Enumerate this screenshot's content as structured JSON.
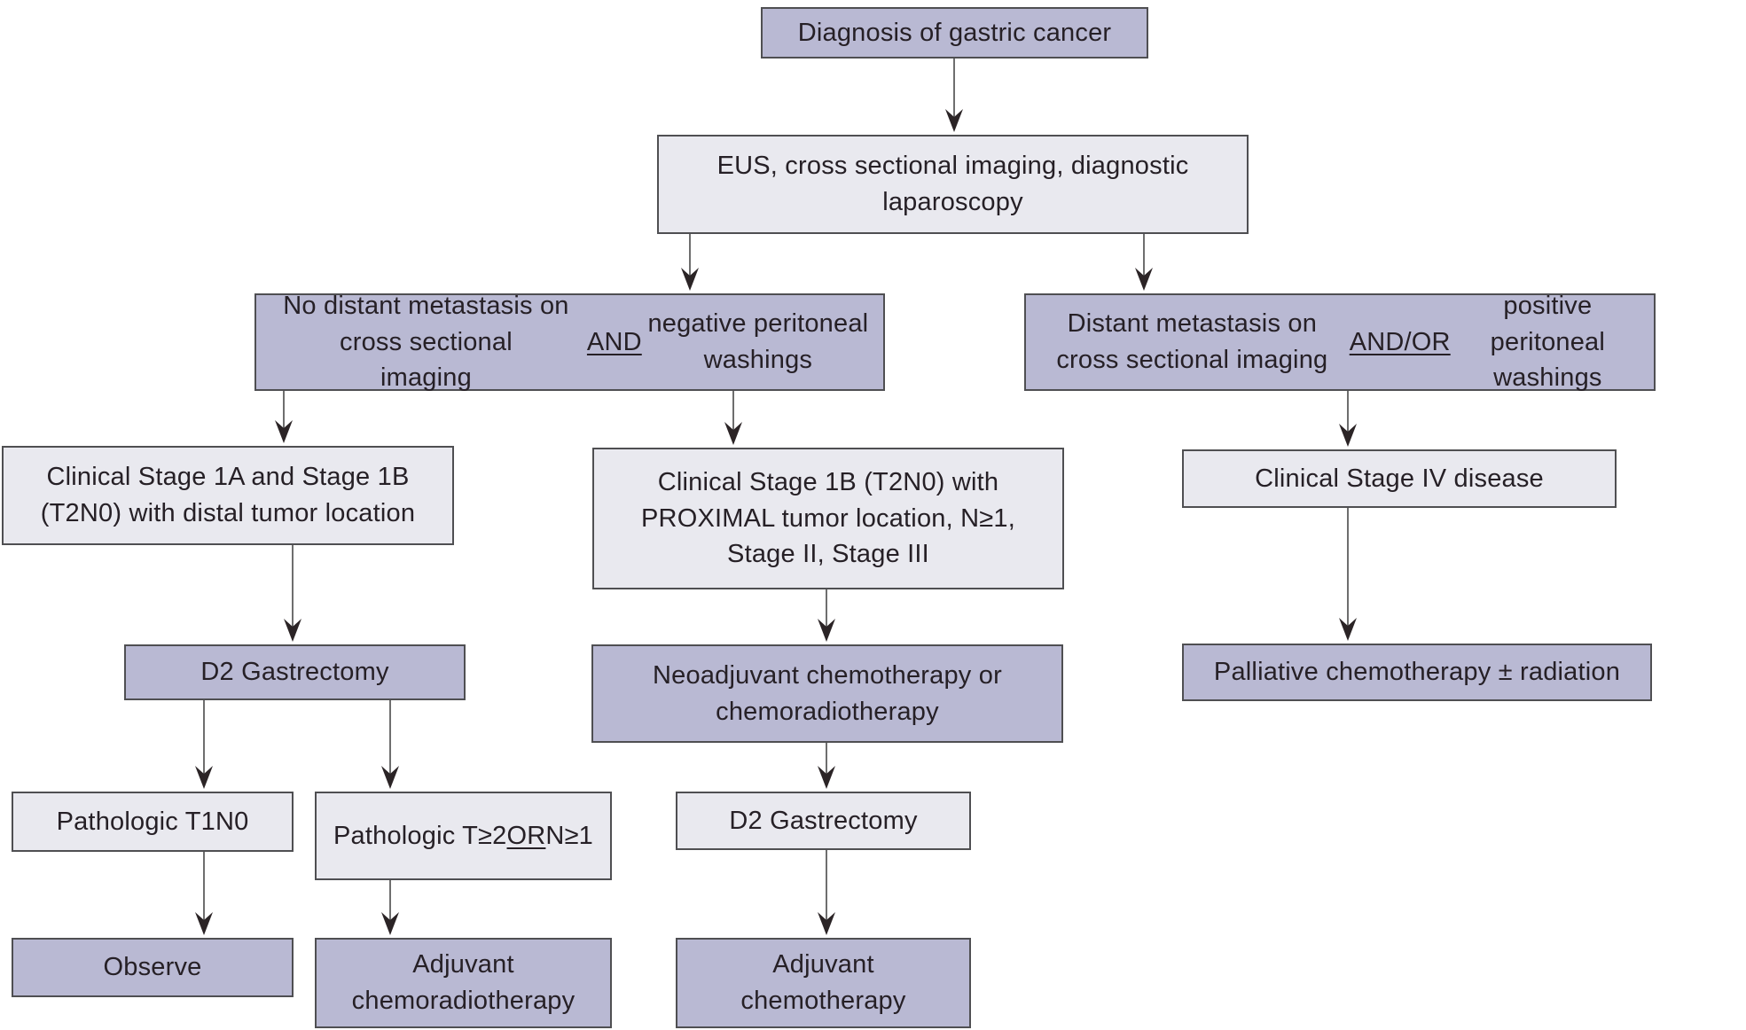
{
  "figure": {
    "background": "#ffffff",
    "colors": {
      "primary_fill": "#b9b9d3",
      "secondary_fill": "#e9e9ef",
      "border": "#4f4f52",
      "text": "#262026",
      "arrow_line": "#4a4a4a",
      "arrow_head": "#2b2426"
    },
    "nodes": [
      {
        "id": "diagnosis",
        "style": "primary",
        "text": "Diagnosis of gastric cancer"
      },
      {
        "id": "workup",
        "style": "secondary",
        "text": "EUS, cross sectional imaging, diagnostic\nlaparoscopy"
      },
      {
        "id": "no-mets",
        "style": "primary",
        "underline": "AND",
        "text": "No distant metastasis on cross sectional\nimaging AND negative peritoneal washings"
      },
      {
        "id": "mets",
        "style": "primary",
        "underline": "AND/OR",
        "text": "Distant metastasis on cross sectional imaging\nAND/OR positive peritoneal washings"
      },
      {
        "id": "stage1a-distal",
        "style": "secondary",
        "text": "Clinical Stage 1A and Stage 1B\n(T2N0) with distal tumor location"
      },
      {
        "id": "stage1b-proximal",
        "style": "secondary",
        "text": "Clinical Stage 1B (T2N0) with\nPROXIMAL tumor location, N≥1,\nStage II, Stage III"
      },
      {
        "id": "stage4",
        "style": "secondary",
        "text": "Clinical Stage IV disease"
      },
      {
        "id": "d2-gastrectomy-upfront",
        "style": "primary",
        "text": "D2 Gastrectomy"
      },
      {
        "id": "neoadjuvant",
        "style": "primary",
        "text": "Neoadjuvant chemotherapy or\nchemoradiotherapy"
      },
      {
        "id": "palliative",
        "style": "primary",
        "text": "Palliative chemotherapy ± radiation"
      },
      {
        "id": "path-t1n0",
        "style": "secondary",
        "text": "Pathologic T1N0"
      },
      {
        "id": "path-t2-or-n1",
        "style": "secondary",
        "underline": "OR",
        "text": "Pathologic T≥2\nOR N≥1"
      },
      {
        "id": "d2-gastrectomy-post-neo",
        "style": "secondary",
        "text": "D2 Gastrectomy"
      },
      {
        "id": "observe",
        "style": "primary",
        "text": "Observe"
      },
      {
        "id": "adjuvant-chemoradiotherapy",
        "style": "primary",
        "text": "Adjuvant\nchemoradiotherapy"
      },
      {
        "id": "adjuvant-chemotherapy",
        "style": "primary",
        "text": "Adjuvant\nchemotherapy"
      }
    ],
    "edges": [
      {
        "from": "diagnosis",
        "to": "workup"
      },
      {
        "from": "workup",
        "to": "no-mets"
      },
      {
        "from": "workup",
        "to": "mets"
      },
      {
        "from": "no-mets",
        "to": "stage1a-distal"
      },
      {
        "from": "no-mets",
        "to": "stage1b-proximal"
      },
      {
        "from": "mets",
        "to": "stage4"
      },
      {
        "from": "stage1a-distal",
        "to": "d2-gastrectomy-upfront"
      },
      {
        "from": "stage1b-proximal",
        "to": "neoadjuvant"
      },
      {
        "from": "stage4",
        "to": "palliative"
      },
      {
        "from": "d2-gastrectomy-upfront",
        "to": "path-t1n0"
      },
      {
        "from": "d2-gastrectomy-upfront",
        "to": "path-t2-or-n1"
      },
      {
        "from": "neoadjuvant",
        "to": "d2-gastrectomy-post-neo"
      },
      {
        "from": "path-t1n0",
        "to": "observe"
      },
      {
        "from": "path-t2-or-n1",
        "to": "adjuvant-chemoradiotherapy"
      },
      {
        "from": "d2-gastrectomy-post-neo",
        "to": "adjuvant-chemotherapy"
      }
    ]
  }
}
